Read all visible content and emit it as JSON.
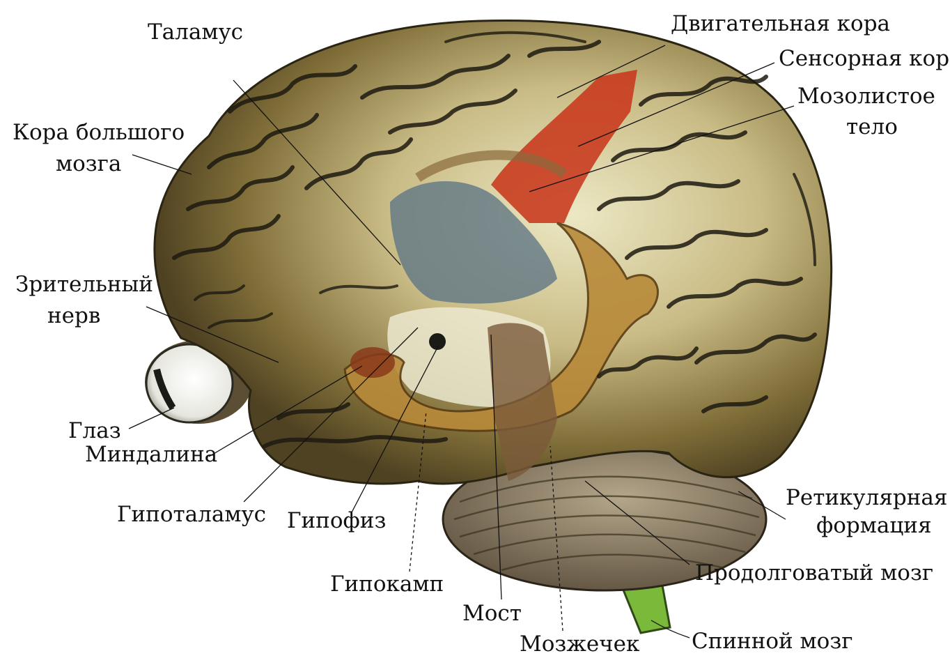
{
  "labels": {
    "thalamus": "Таламус",
    "motor_cortex": "Двигательная кора",
    "sensory_cortex": "Сенсорная кора",
    "corpus_callosum_1": "Мозолистое",
    "corpus_callosum_2": "тело",
    "cerebral_cortex_1": "Кора большого",
    "cerebral_cortex_2": "мозга",
    "optic_nerve_1": "Зрительный",
    "optic_nerve_2": "нерв",
    "eye": "Глаз",
    "amygdala": "Миндалина",
    "hypothalamus": "Гипоталамус",
    "pituitary": "Гипофиз",
    "hippocampus": "Гипокамп",
    "pons": "Мост",
    "cerebellum": "Мозжечек",
    "reticular_1": "Ретикулярная",
    "reticular_2": "формация",
    "medulla": "Продолговатый мозг",
    "spinal_cord": "Спинной мозг"
  },
  "colors": {
    "cortex_light": "#e8e2b8",
    "cortex_dark": "#6e5f2e",
    "motor_red": "#c8381c",
    "hippocampus_gold": "#b88a3a",
    "thalamus_blue": "#5e7484",
    "cerebellum": "#8e7e64",
    "spinal_green": "#7ab93a",
    "eye_white": "#f2f2ec"
  }
}
